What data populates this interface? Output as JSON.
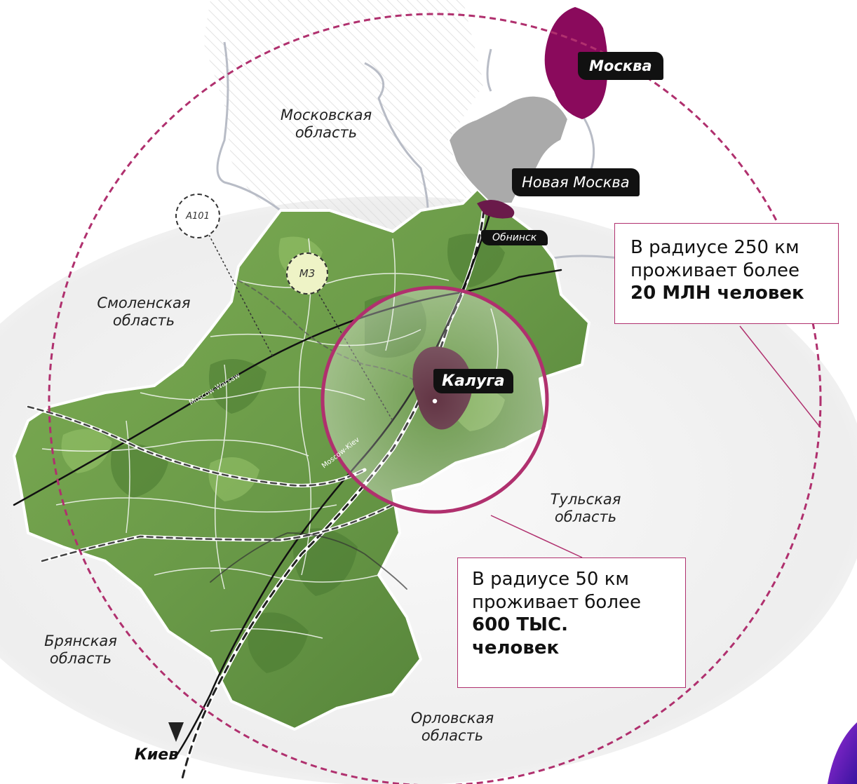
{
  "map": {
    "cities": {
      "moscow": "Москва",
      "new_moscow": "Новая Москва",
      "obninsk": "Обнинск",
      "kaluga": "Калуга",
      "kiev": "Киев"
    },
    "regions": [
      {
        "key": "moskovskaya",
        "line1": "Московская",
        "line2": "область"
      },
      {
        "key": "smolenskaya",
        "line1": "Смоленская",
        "line2": "область"
      },
      {
        "key": "tulskaya",
        "line1": "Тульская",
        "line2": "область"
      },
      {
        "key": "bryanskaya",
        "line1": "Брянская",
        "line2": "область"
      },
      {
        "key": "orlovskaya",
        "line1": "Орловская",
        "line2": "область"
      }
    ],
    "roads": {
      "a101": "А101",
      "m3": "М3",
      "moscow_warsaw": "Moscow-Warsaw",
      "moscow_kiev": "Moscow-Kiev"
    },
    "callouts": {
      "radius_250": {
        "line1": "В радиусе 250 км",
        "line2": "проживает более",
        "bold": "20 МЛН человек"
      },
      "radius_50": {
        "line1": "В радиусе 50 км",
        "line2": "проживает более",
        "bold1": "600 ТЫС.",
        "bold2": "человек"
      }
    },
    "colors": {
      "accent": "#b0306e",
      "moscow_fill": "#8a0a5c",
      "kaluga_fill": "#5a2a3a",
      "region_green": "#6b9a4a"
    }
  }
}
